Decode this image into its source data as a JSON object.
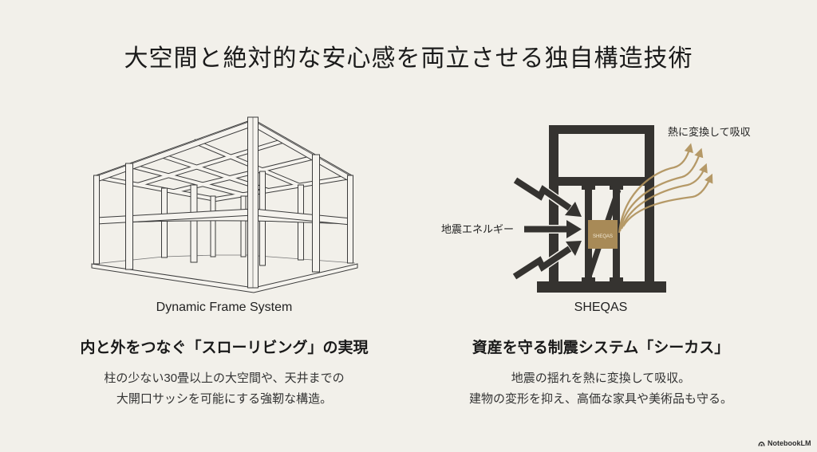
{
  "slide": {
    "title": "大空間と絶対的な安心感を両立させる独自構造技術",
    "background_color": "#f2f0ea"
  },
  "left_panel": {
    "illustration": "building-frame-illustration",
    "illustration_caption": "Dynamic Frame System",
    "heading": "内と外をつなぐ「スローリビング」の実現",
    "body_lines": [
      "柱の少ない30畳以上の大空間や、天井までの",
      "大開口サッシを可能にする強靭な構造。"
    ]
  },
  "right_panel": {
    "diagram": {
      "input_label": "地震エネルギー",
      "output_label": "熱に変換して吸収",
      "damper_label": "SHEQAS",
      "frame_color": "#353330",
      "damper_color": "#a88a57",
      "heat_arrow_color": "#b0925c"
    },
    "illustration_caption": "SHEQAS",
    "heading": "資産を守る制震システム「シーカス」",
    "body_lines": [
      "地震の揺れを熱に変換して吸収。",
      "建物の変形を抑え、高価な家具や美術品も守る。"
    ]
  },
  "watermark": {
    "icon": "notebooklm-logo-icon",
    "label": "NotebookLM"
  }
}
